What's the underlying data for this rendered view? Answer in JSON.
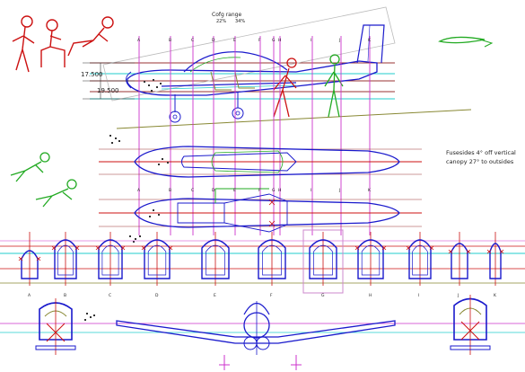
{
  "cg_range": {
    "title": "Cofg range",
    "fwd": "22%",
    "aft": "34%"
  },
  "dims": {
    "upper": "17.500",
    "lower": "19.500"
  },
  "side_station_letters": [
    "A",
    "B",
    "C",
    "D",
    "E",
    "F",
    "G",
    "H",
    "I",
    "J",
    "K"
  ],
  "plan_station_letters": [
    "A",
    "B",
    "C",
    "D",
    "E",
    "F",
    "G",
    "H",
    "I",
    "J",
    "K"
  ],
  "section_letters": [
    "A",
    "B",
    "C",
    "D",
    "E",
    "F",
    "G",
    "H",
    "I",
    "J",
    "K"
  ],
  "note": {
    "line1": "Fusesides 4° off vertical",
    "line2": "canopy 27° to outsides"
  },
  "colors": {
    "blue": "#1a1acc",
    "red": "#cc1111",
    "magenta": "#cc33cc",
    "cyan": "#22cccc",
    "green": "#22aa22",
    "olive": "#888833",
    "brown": "#993333"
  }
}
